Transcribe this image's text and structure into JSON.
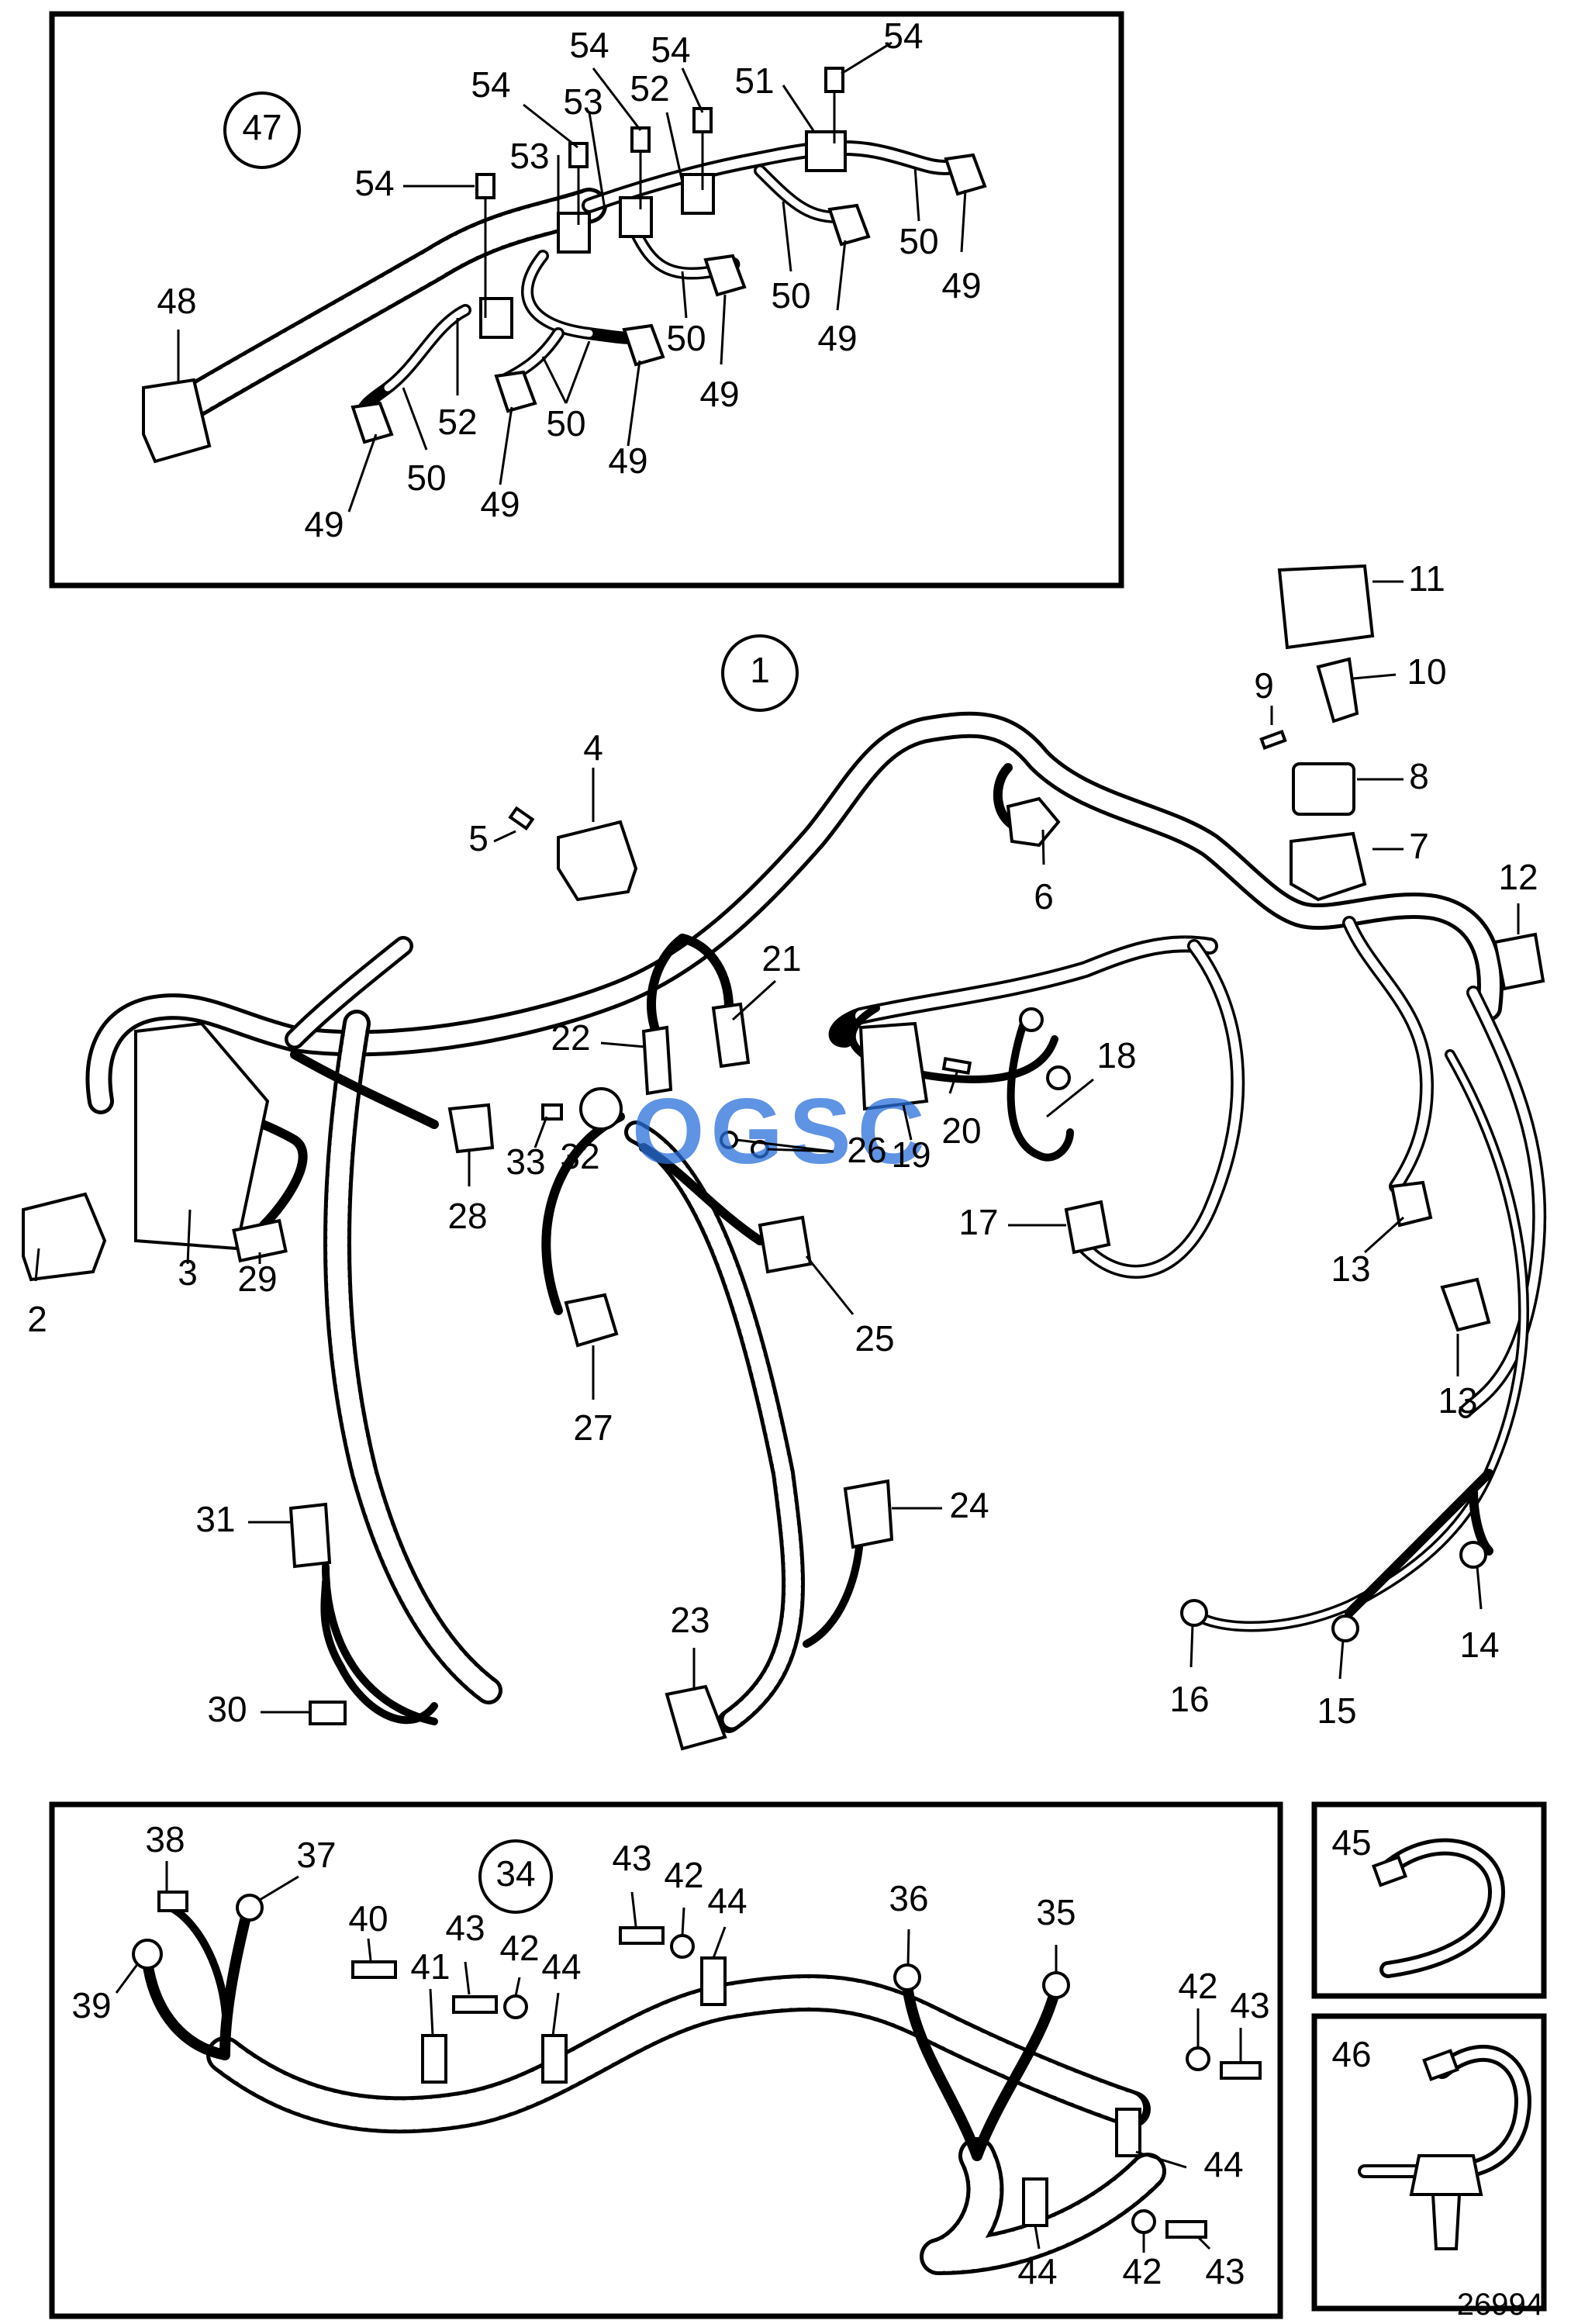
{
  "figure_number": "26994",
  "watermark": "OGSC",
  "watermark_colors": [
    "#2a6fdb",
    "#e03a2f",
    "#f2b400",
    "#2fa84f"
  ],
  "group_labels": [
    "47",
    "1",
    "34"
  ],
  "callouts": {
    "c1": "1",
    "c2": "2",
    "c3": "3",
    "c4": "4",
    "c5": "5",
    "c6": "6",
    "c7": "7",
    "c8": "8",
    "c9": "9",
    "c10": "10",
    "c11": "11",
    "c12": "12",
    "c13a": "13",
    "c13b": "13",
    "c14": "14",
    "c15": "15",
    "c16": "16",
    "c17": "17",
    "c18": "18",
    "c19": "19",
    "c20": "20",
    "c21": "21",
    "c22": "22",
    "c23": "23",
    "c24": "24",
    "c25": "25",
    "c26": "26",
    "c27": "27",
    "c28": "28",
    "c29": "29",
    "c30": "30",
    "c31": "31",
    "c32": "32",
    "c33": "33",
    "c35": "35",
    "c36": "36",
    "c37": "37",
    "c38": "38",
    "c39": "39",
    "c40": "40",
    "c41": "41",
    "c42a": "42",
    "c42b": "42",
    "c42c": "42",
    "c42d": "42",
    "c43a": "43",
    "c43b": "43",
    "c43c": "43",
    "c43d": "43",
    "c44a": "44",
    "c44b": "44",
    "c44c": "44",
    "c44d": "44",
    "c45": "45",
    "c46": "46",
    "c48": "48",
    "c49a": "49",
    "c49b": "49",
    "c49c": "49",
    "c49d": "49",
    "c49e": "49",
    "c49f": "49",
    "c50a": "50",
    "c50b": "50",
    "c50c": "50",
    "c50d": "50",
    "c50e": "50",
    "c51": "51",
    "c52a": "52",
    "c52b": "52",
    "c53a": "53",
    "c53b": "53",
    "c54a": "54",
    "c54b": "54",
    "c54c": "54",
    "c54d": "54",
    "c54e": "54"
  }
}
